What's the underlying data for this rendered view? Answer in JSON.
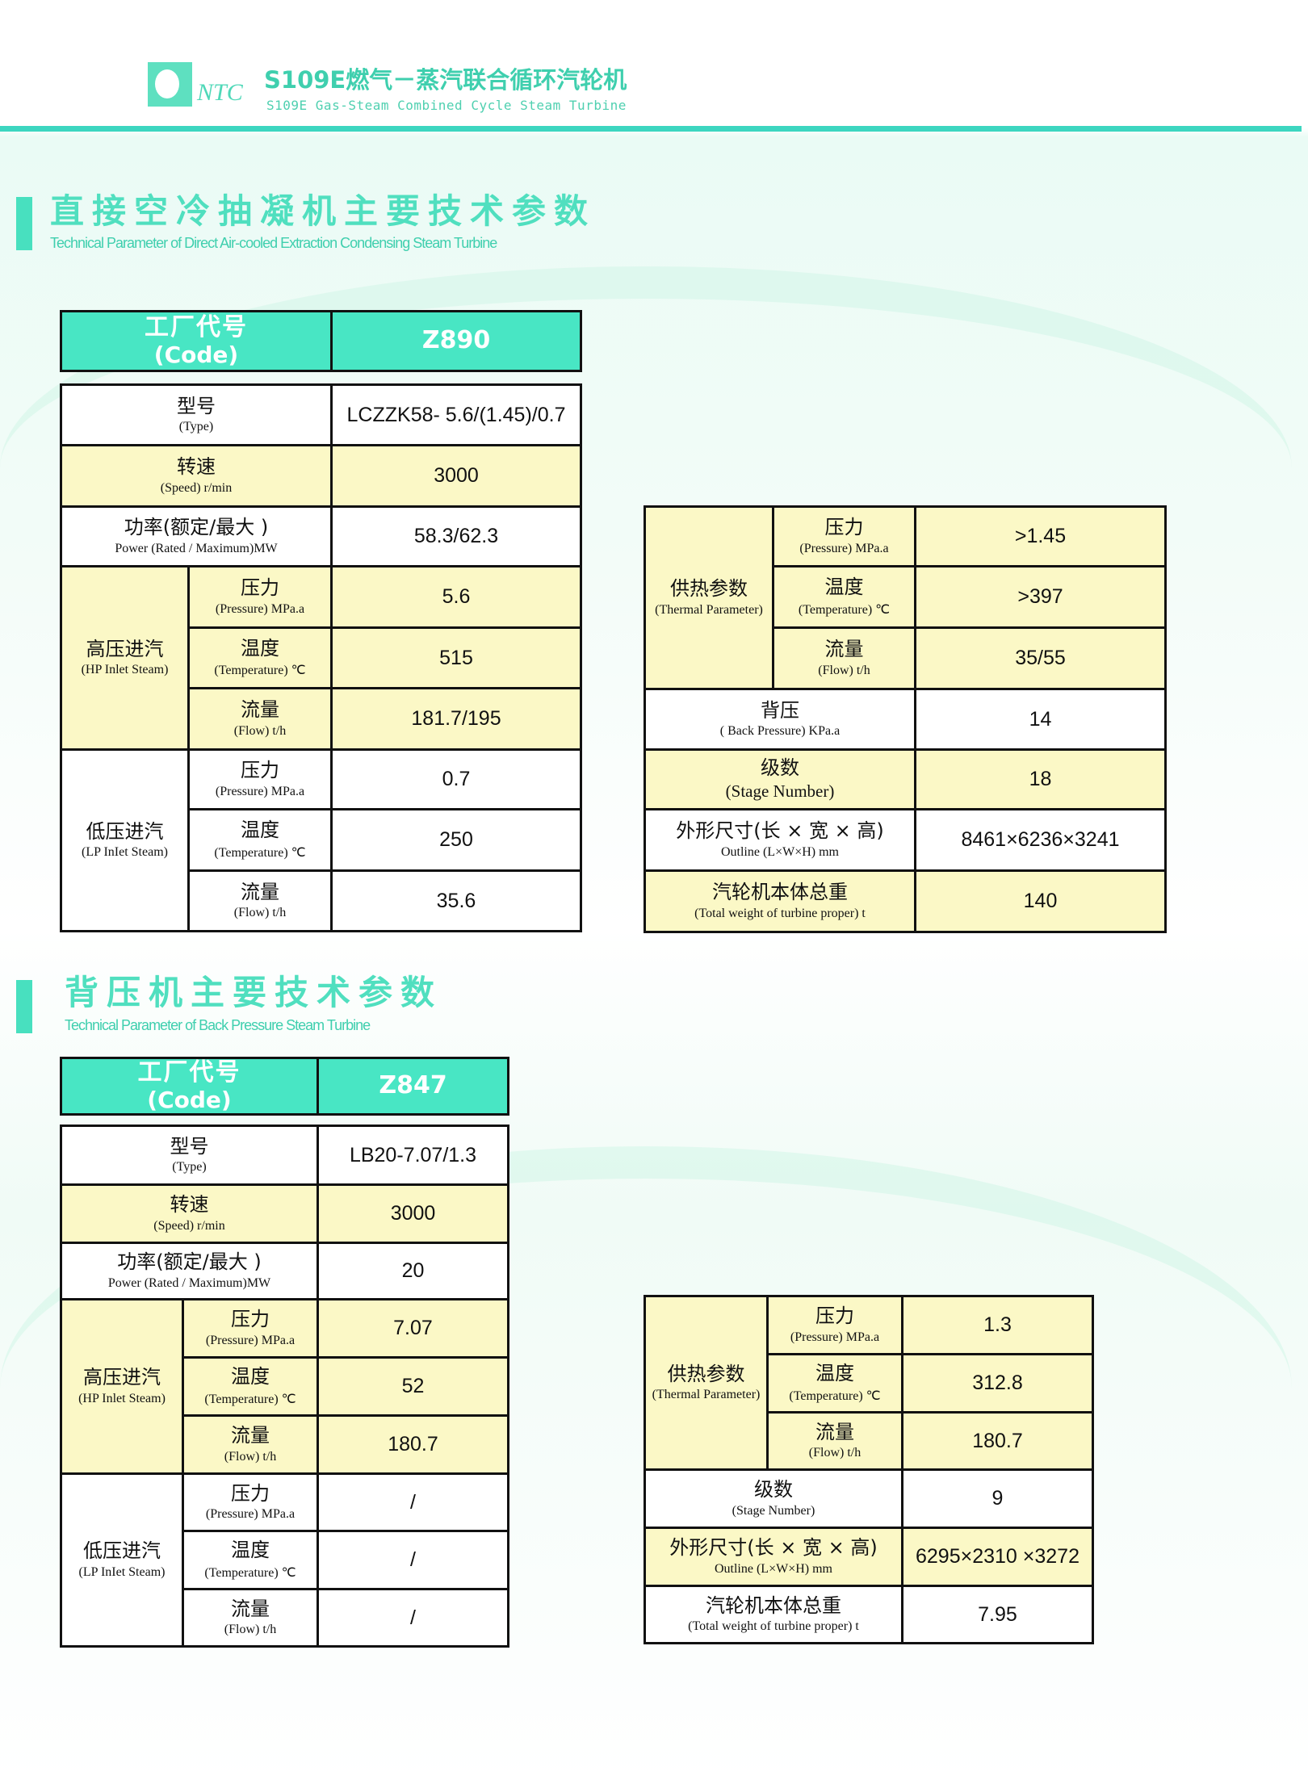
{
  "header": {
    "logo_text": "NTC",
    "title_cn": "S109E燃气－蒸汽联合循环汽轮机",
    "title_en": "S109E Gas-Steam Combined Cycle Steam Turbine"
  },
  "section1": {
    "title_cn": "直接空冷抽凝机主要技术参数",
    "title_en": "Technical Parameter of Direct Air-cooled Extraction Condensing Steam Turbine",
    "code_cn": "工厂代号",
    "code_en": "(Code)",
    "code": "Z890",
    "type": "LCZZK58- 5.6/(1.45)/0.7",
    "speed": "3000",
    "power": "58.3/62.3",
    "hp": {
      "pressure": "5.6",
      "temperature": "515",
      "flow": "181.7/195"
    },
    "lp": {
      "pressure": "0.7",
      "temperature": "250",
      "flow": "35.6"
    },
    "thermal": {
      "pressure": ">1.45",
      "temperature": ">397",
      "flow": "35/55"
    },
    "back_pressure": "14",
    "stage_number": "18",
    "outline": "8461×6236×3241",
    "weight": "140"
  },
  "section2": {
    "title_cn": "背压机主要技术参数",
    "title_en": "Technical Parameter of Back Pressure Steam Turbine",
    "code_cn": "工厂代号",
    "code_en": "(Code)",
    "code": "Z847",
    "type": "LB20-7.07/1.3",
    "speed": "3000",
    "power": "20",
    "hp": {
      "pressure": "7.07",
      "temperature": "52",
      "flow": "180.7"
    },
    "lp": {
      "pressure": "/",
      "temperature": "/",
      "flow": "/"
    },
    "thermal": {
      "pressure": "1.3",
      "temperature": "312.8",
      "flow": "180.7"
    },
    "stage_number": "9",
    "outline": "6295×2310 ×3272",
    "weight": "7.95"
  },
  "labels": {
    "type_cn": "型号",
    "type_en": "(Type)",
    "speed_cn": "转速",
    "speed_en": "(Speed) r/min",
    "power_cn": "功率(额定/最大 )",
    "power_en": "Power (Rated / Maximum)MW",
    "hp_cn": "高压进汽",
    "hp_en": "(HP Inlet Steam)",
    "lp_cn": "低压进汽",
    "lp_en": "(LP InIet Steam)",
    "pressure_cn": "压力",
    "pressure_en": "(Pressure)  MPa.a",
    "temp_cn": "温度",
    "temp_en": "(Temperature)  ℃",
    "flow_cn": "流量",
    "flow_en": "(Flow)  t/h",
    "thermal_cn": "供热参数",
    "thermal_en": "(Thermal Parameter)",
    "bp_cn": "背压",
    "bp_en": "( Back Pressure)  KPa.a",
    "stage_cn": "级数",
    "stage_en": "(Stage Number)",
    "outline_cn": "外形尺寸(长 × 宽 × 高)",
    "outline_en": "Outline (L×W×H) mm",
    "weight_cn": "汽轮机本体总重",
    "weight_en": "(Total weight of turbine proper)  t"
  }
}
